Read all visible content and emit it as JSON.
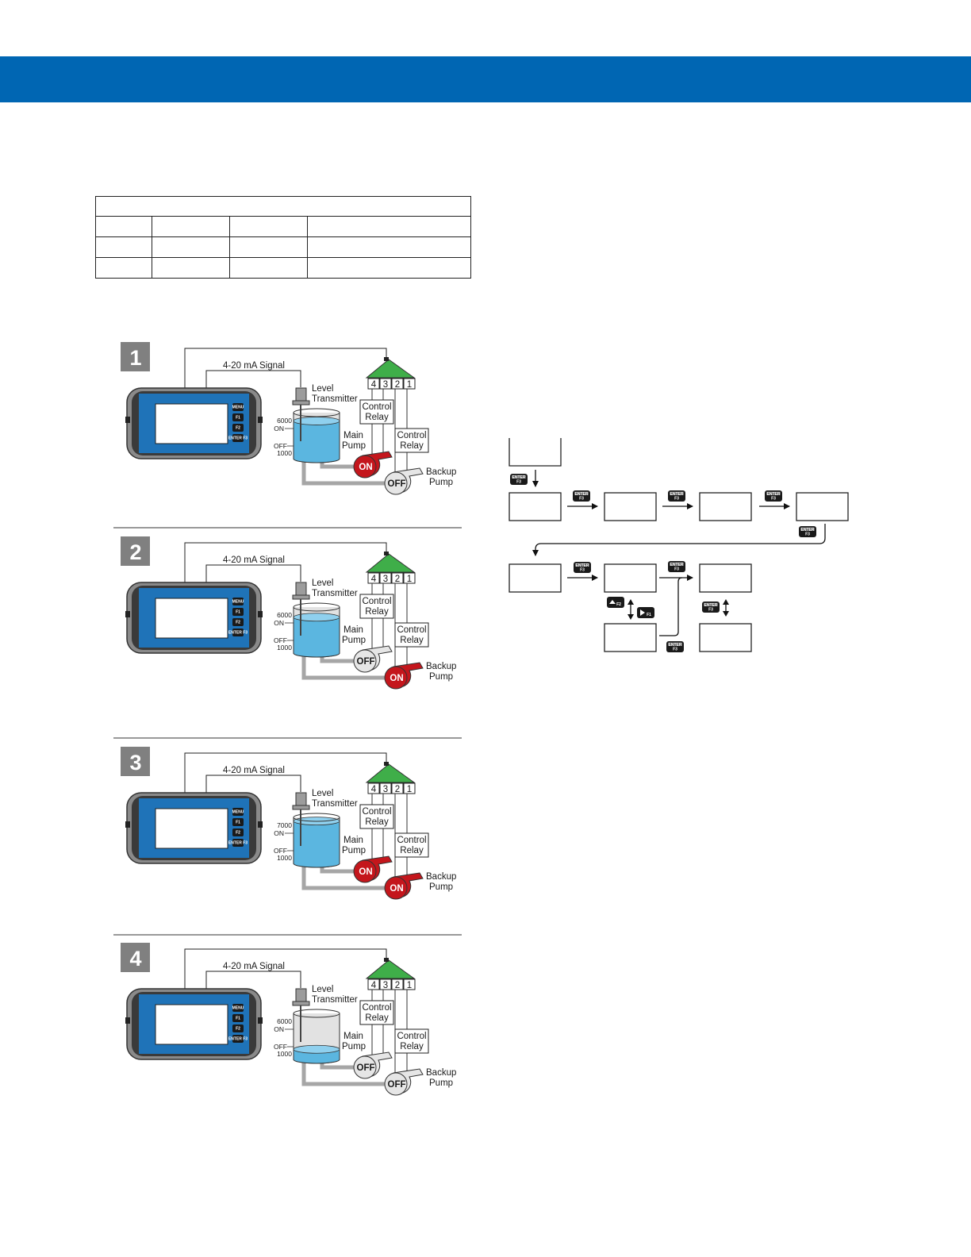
{
  "header": {
    "color": "#0066b3"
  },
  "relay_table": {
    "rows": [
      [
        "",
        "",
        "",
        ""
      ],
      [
        "",
        "",
        "",
        ""
      ],
      [
        "",
        "",
        "",
        ""
      ]
    ]
  },
  "diagrams": [
    {
      "step": "1",
      "signal_label": "4-20 mA Signal",
      "transmitter_label": [
        "Level",
        "Transmitter"
      ],
      "setpoint_top": "6000",
      "on_label": "ON",
      "off_label": "OFF",
      "setpoint_bottom": "1000",
      "terminals": [
        "4",
        "3",
        "2",
        "1"
      ],
      "relay_labels": [
        "Control",
        "Relay"
      ],
      "main_pump_label": [
        "Main",
        "Pump"
      ],
      "backup_pump_label": [
        "Backup",
        "Pump"
      ],
      "main_pump_state": "ON",
      "backup_pump_state": "OFF",
      "fill_level": 0.82
    },
    {
      "step": "2",
      "signal_label": "4-20 mA Signal",
      "transmitter_label": [
        "Level",
        "Transmitter"
      ],
      "setpoint_top": "6000",
      "on_label": "ON",
      "off_label": "OFF",
      "setpoint_bottom": "1000",
      "terminals": [
        "4",
        "3",
        "2",
        "1"
      ],
      "relay_labels": [
        "Control",
        "Relay"
      ],
      "main_pump_label": [
        "Main",
        "Pump"
      ],
      "backup_pump_label": [
        "Backup",
        "Pump"
      ],
      "main_pump_state": "OFF",
      "backup_pump_state": "ON",
      "fill_level": 0.78
    },
    {
      "step": "3",
      "signal_label": "4-20 mA Signal",
      "transmitter_label": [
        "Level",
        "Transmitter"
      ],
      "setpoint_top": "7000",
      "on_label": "ON",
      "off_label": "OFF",
      "setpoint_bottom": "1000",
      "terminals": [
        "4",
        "3",
        "2",
        "1"
      ],
      "relay_labels": [
        "Control",
        "Relay"
      ],
      "main_pump_label": [
        "Main",
        "Pump"
      ],
      "backup_pump_label": [
        "Backup",
        "Pump"
      ],
      "main_pump_state": "ON",
      "backup_pump_state": "ON",
      "fill_level": 0.92
    },
    {
      "step": "4",
      "signal_label": "4-20 mA Signal",
      "transmitter_label": [
        "Level",
        "Transmitter"
      ],
      "setpoint_top": "6000",
      "on_label": "ON",
      "off_label": "OFF",
      "setpoint_bottom": "1000",
      "terminals": [
        "4",
        "3",
        "2",
        "1"
      ],
      "relay_labels": [
        "Control",
        "Relay"
      ],
      "main_pump_label": [
        "Main",
        "Pump"
      ],
      "backup_pump_label": [
        "Backup",
        "Pump"
      ],
      "main_pump_state": "OFF",
      "backup_pump_state": "OFF",
      "fill_level": 0.22
    }
  ],
  "meter_keys": [
    "MENU",
    "F1",
    "F2",
    "ENTER F3"
  ],
  "flow_keys": {
    "enter": "ENTER",
    "f3": "F3",
    "f2": "F2",
    "f1": "F1"
  },
  "colors": {
    "meter_body": "#1f73b8",
    "pump_on": "#c4161c",
    "pump_off": "#e6e6e6",
    "water": "#5bb6e0",
    "relay_top": "#3fae49",
    "pipe": "#a6a6a6",
    "badge": "#808080"
  }
}
